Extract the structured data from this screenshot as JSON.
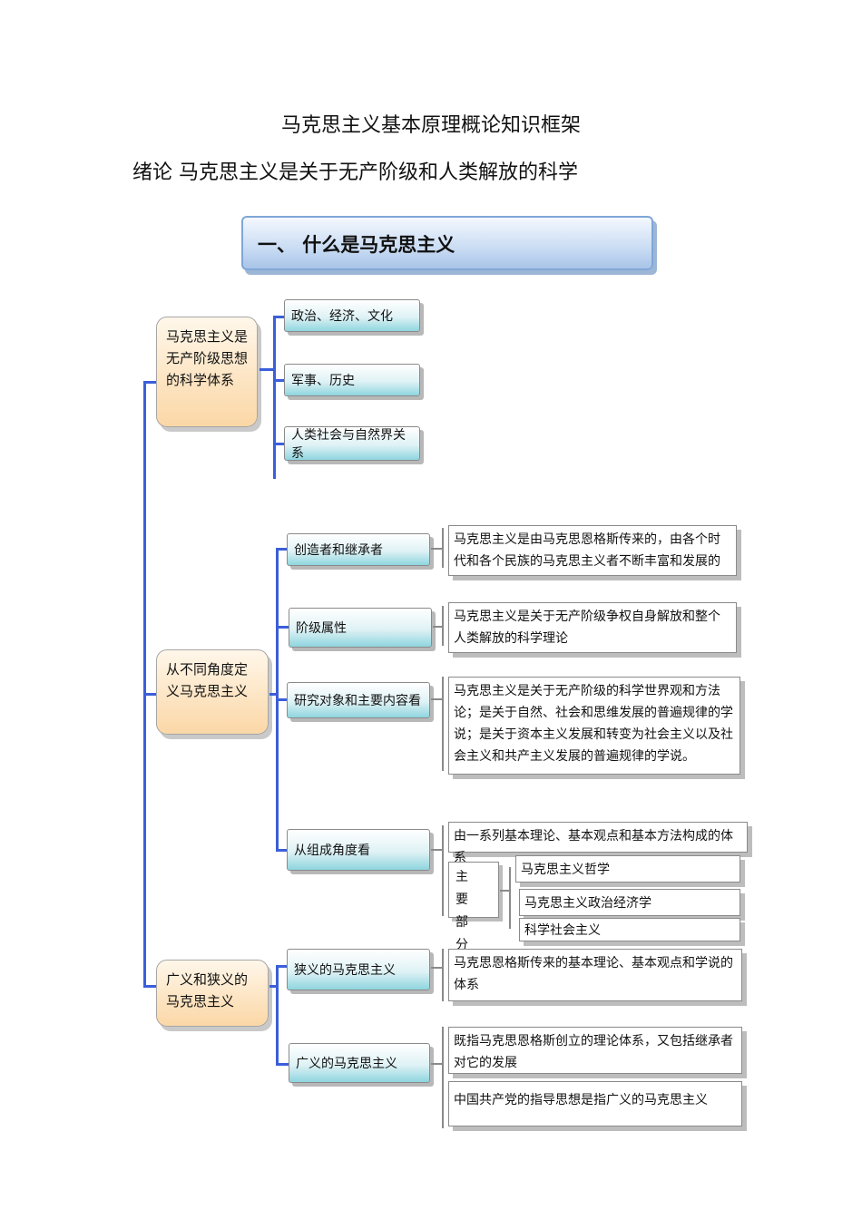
{
  "document": {
    "title": "马克思主义基本原理概论知识框架",
    "chapter": "绪论  马克思主义是关于无产阶级和人类解放的科学"
  },
  "banner": {
    "label": "一、  什么是马克思主义"
  },
  "section1": {
    "root": "马克思主义是无产阶级思想的科学体系",
    "children": [
      "政治、经济、文化",
      "军事、历史",
      "人类社会与自然界关系"
    ]
  },
  "section2": {
    "root": "从不同角度定义马克思主义",
    "children": [
      {
        "label": "创造者和继承者",
        "detail": "马克思主义是由马克思恩格斯传来的，由各个时代和各个民族的马克思主义者不断丰富和发展的"
      },
      {
        "label": "阶级属性",
        "detail": "马克思主义是关于无产阶级争权自身解放和整个人类解放的科学理论"
      },
      {
        "label": "研究对象和主要内容看",
        "detail": "马克思主义是关于无产阶级的科学世界观和方法论；是关于自然、社会和思维发展的普遍规律的学说；是关于资本主义发展和转变为社会主义以及社会主义和共产主义发展的普遍规律的学说。"
      },
      {
        "label": "从组成角度看",
        "detail": "由一系列基本理论、基本观点和基本方法构成的体系",
        "sub_label": "主 要 部 分",
        "parts": [
          "马克思主义哲学",
          "马克思主义政治经济学",
          "科学社会主义"
        ]
      }
    ]
  },
  "section3": {
    "root": "广义和狭义的马克思主义",
    "children": [
      {
        "label": "狭义的马克思主义",
        "details": [
          "马克思恩格斯传来的基本理论、基本观点和学说的体系"
        ]
      },
      {
        "label": "广义的马克思主义",
        "details": [
          "既指马克思恩格斯创立的理论体系，又包括继承者对它的发展",
          "中国共产党的指导思想是指广义的马克思主义"
        ]
      }
    ]
  },
  "colors": {
    "connector": "#3b5fd9",
    "orange_box": "#fbd7a6",
    "teal_box": "#8fd5df"
  }
}
